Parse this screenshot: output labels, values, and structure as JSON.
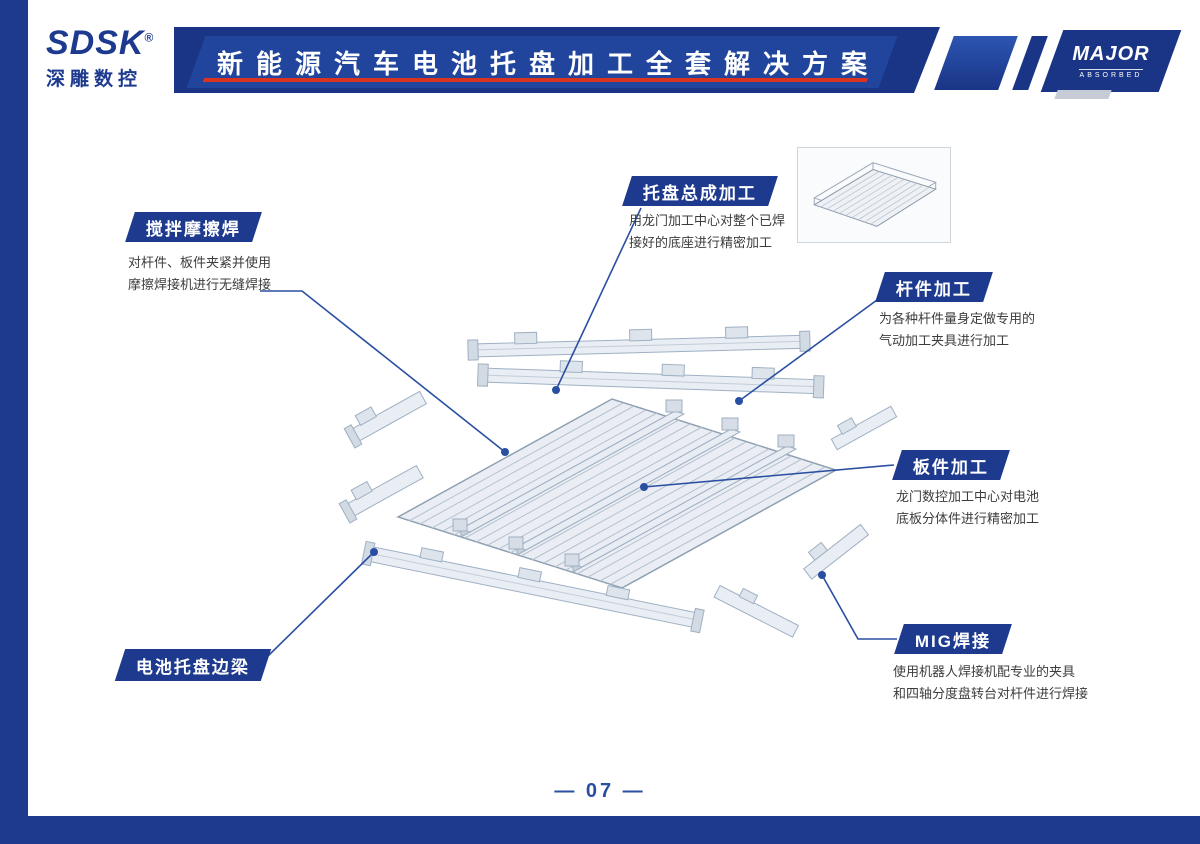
{
  "colors": {
    "primary": "#1d3a8f",
    "band": "#1a3585",
    "plate": "#21459c",
    "red": "#d9341f",
    "leader": "#2a4fa2",
    "ink": "#3c3c3c"
  },
  "logo": {
    "brand": "SDSK",
    "registered": "®",
    "company": "深雕数控"
  },
  "header": {
    "title": "新能源汽车电池托盘加工全套解决方案"
  },
  "brand_badge": {
    "name": "MAJOR",
    "sub": "ABSORBED"
  },
  "callouts": {
    "friction": {
      "label": "搅拌摩擦焊",
      "desc": "对杆件、板件夹紧并使用\n摩擦焊接机进行无缝焊接"
    },
    "assembly": {
      "label": "托盘总成加工",
      "desc": "用龙门加工中心对整个已焊\n接好的底座进行精密加工"
    },
    "rod": {
      "label": "杆件加工",
      "desc": "为各种杆件量身定做专用的\n气动加工夹具进行加工"
    },
    "plate": {
      "label": "板件加工",
      "desc": "龙门数控加工中心对电池\n底板分体件进行精密加工"
    },
    "mig": {
      "label": "MIG焊接",
      "desc": "使用机器人焊接机配专业的夹具\n和四轴分度盘转台对杆件进行焊接"
    },
    "sidebeam": {
      "label": "电池托盘边梁"
    }
  },
  "footer": {
    "page_number": "— 07 —"
  }
}
